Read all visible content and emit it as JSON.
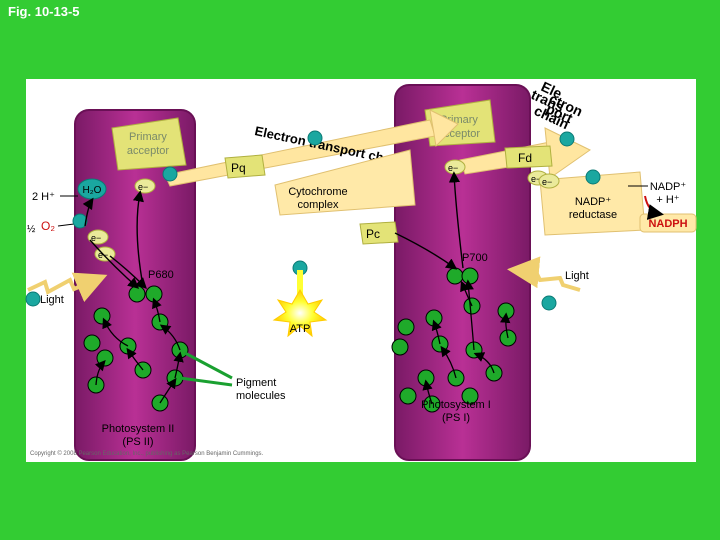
{
  "figure_label": "Fig. 10-13-5",
  "labels": {
    "primary_acceptor_1": [
      "Primary",
      "acceptor"
    ],
    "primary_acceptor_2": [
      "Primary",
      "acceptor"
    ],
    "electron_transport_1": "Electron transport chain",
    "electron_transport_2": [
      "Ele",
      "ctron",
      "trans",
      "port",
      "chain"
    ],
    "pq": "Pq",
    "cytochrome": [
      "Cytochrome",
      "complex"
    ],
    "pc": "Pc",
    "fd": "Fd",
    "electron": "e−",
    "h2o": "H₂O",
    "two_h": "2 H⁺",
    "half": "½",
    "o2": "O₂",
    "p680": "P680",
    "p700": "P700",
    "light_1": "Light",
    "light_2": "Light",
    "atp": "ATP",
    "pigment": [
      "Pigment",
      "molecules"
    ],
    "ps2": [
      "Photosystem II",
      "(PS II)"
    ],
    "ps1": [
      "Photosystem I",
      "(PS I)"
    ],
    "nadp_reductase": [
      "NADP⁺",
      "reductase"
    ],
    "nadp_plus": [
      "NADP⁺",
      "+ H⁺"
    ],
    "nadph": "NADPH",
    "copyright": "Copyright © 2008 Pearson Education, Inc., publishing as Pearson Benjamin Cummings."
  },
  "colors": {
    "background": "#33cc33",
    "photosystem_fill": "#b0288e",
    "acceptor_fill": "#e0e070",
    "acceptor_text": "#7a8a6a",
    "pigment_green": "#1faa2a",
    "carrier_teal": "#1aa7a0",
    "electron_fill": "#eaea9a",
    "electron_arrow": "#ffe9a0",
    "nadph_red": "#cc1010",
    "starburst": "#ffff33"
  }
}
